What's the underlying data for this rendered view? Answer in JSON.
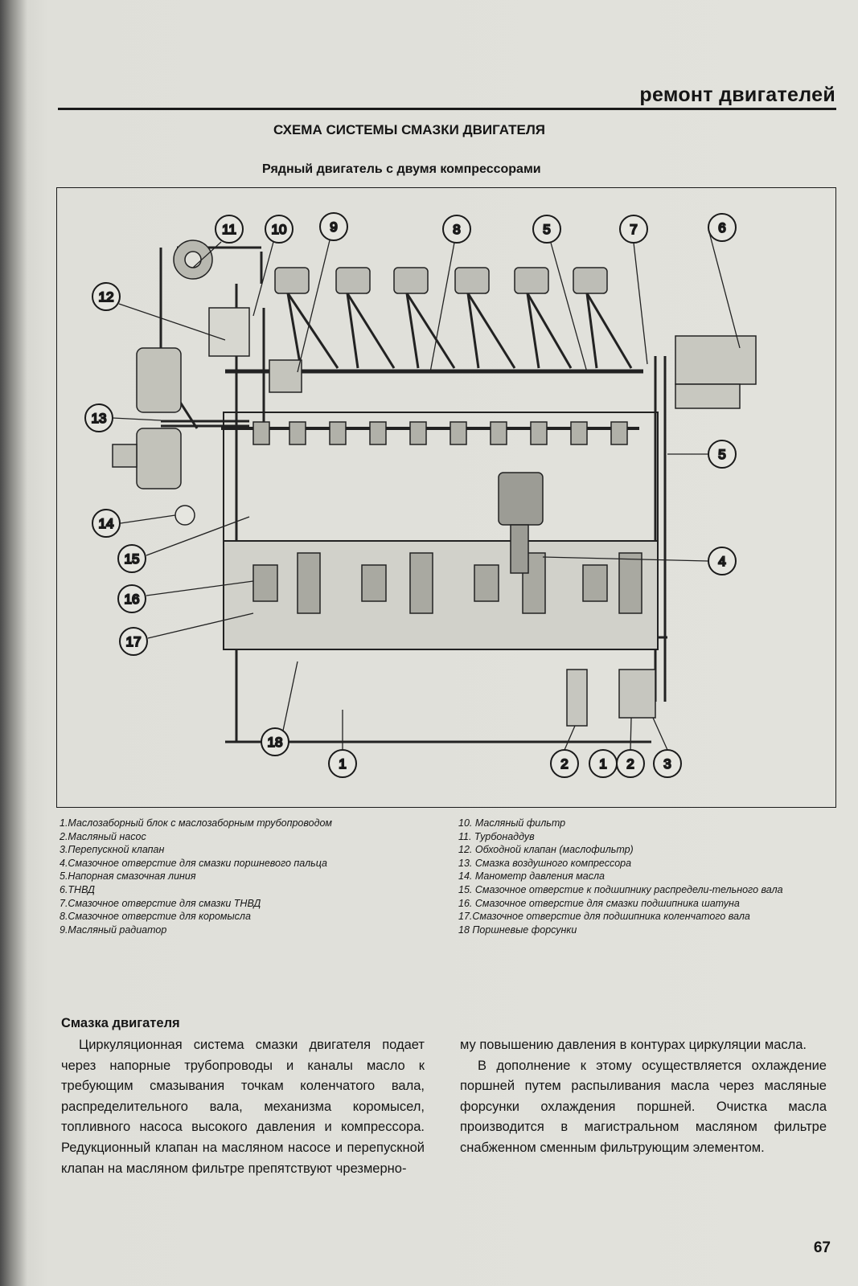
{
  "header": {
    "section_title": "ремонт двигателей",
    "page_title": "СХЕМА СИСТЕМЫ СМАЗКИ ДВИГАТЕЛЯ"
  },
  "diagram": {
    "subtitle": "Рядный двигатель с двумя компрессорами",
    "callouts": [
      "11",
      "10",
      "9",
      "8",
      "5",
      "7",
      "6",
      "12",
      "13",
      "5",
      "14",
      "15",
      "4",
      "16",
      "17",
      "18",
      "1",
      "2",
      "1",
      "2",
      "3"
    ]
  },
  "legend": {
    "left": [
      "1.Маслозаборный блок с маслозаборным трубопроводом",
      "2.Масляный насос",
      "3.Перепускной клапан",
      "4.Смазочное отверстие для смазки поршневого пальца",
      "5.Напорная смазочная линия",
      "6.ТНВД",
      "7.Смазочное отверстие для смазки ТНВД",
      "8.Смазочное отверстие для коромысла",
      "9.Масляный радиатор"
    ],
    "right": [
      "10. Масляный фильтр",
      "11. Турбонаддув",
      "12. Обходной клапан (маслофильтр)",
      "13. Смазка воздушного компрессора",
      "14. Манометр давления масла",
      "15. Смазочное отверстие к подшипнику распредели-тельного вала",
      "16. Смазочное отверстие для смазки подшипника шатуна",
      "17.Смазочное отверстие для подшипника коленчатого вала",
      "18 Поршневые форсунки"
    ]
  },
  "body": {
    "heading": "Смазка двигателя",
    "left_paragraph": "Циркуляционная система смазки двигателя подает через напорные трубопроводы и каналы масло к требующим смазывания точкам коленчатого вала, распределительного вала, механизма коромысел, топливного насоса высокого давления и компрессора. Редукционный клапан на масляном насосе и перепускной клапан на масляном фильтре препятствуют чрезмерно-",
    "right_paragraph_1": "му повышению давления в контурах циркуляции масла.",
    "right_paragraph_2": "В дополнение к этому осуществляется охлаждение поршней путем распыливания масла через масляные форсунки охлаждения поршней. Очистка масла производится в магистральном масляном фильтре снабженном сменным фильтрующим элементом."
  },
  "page_number": "67"
}
